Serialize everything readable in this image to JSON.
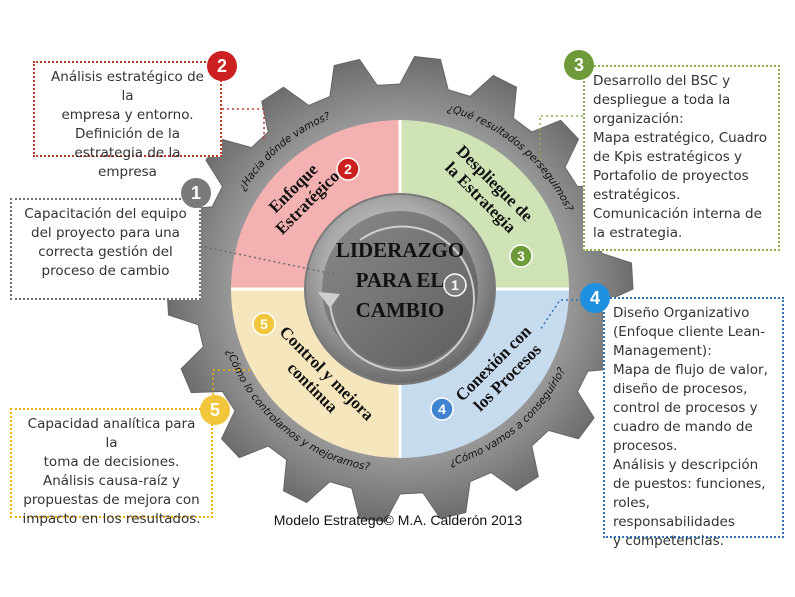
{
  "center": {
    "lines": [
      "LIDERAZGO",
      "PARA EL",
      "CAMBIO"
    ],
    "badge": "1"
  },
  "quadrants": [
    {
      "id": "enfoque",
      "lines": [
        "Enfoque",
        "Estratégico"
      ],
      "badge": "2",
      "question": "¿Hacia dónde vamos?",
      "color": "#f4b1b1",
      "badge_color": "#cc1f1f"
    },
    {
      "id": "despliegue",
      "lines": [
        "Despliegue de",
        "la Estrategia"
      ],
      "badge": "3",
      "question": "¿Qué resultados perseguimos?",
      "color": "#cfe3b6",
      "badge_color": "#6e9a3a"
    },
    {
      "id": "conexion",
      "lines": [
        "Conexión con",
        "los Procesos"
      ],
      "badge": "4",
      "question": "¿Cómo vamos a conseguirlo?",
      "color": "#c7dbee",
      "badge_color": "#3f83d0"
    },
    {
      "id": "control",
      "lines": [
        "Control y mejora",
        "continua"
      ],
      "badge": "5",
      "question": "¿Cómo lo controlamos y mejoramos?",
      "color": "#f6e6bd",
      "badge_color": "#f2c63a"
    }
  ],
  "boxes": [
    {
      "id": "box1",
      "badge": "1",
      "badge_color": "#7a7a7a",
      "border": "#6e6e6e",
      "lines": [
        "Capacitación del equipo",
        "del proyecto para una",
        "correcta gestión del",
        "proceso de cambio"
      ]
    },
    {
      "id": "box2",
      "badge": "2",
      "badge_color": "#cc1f1f",
      "border": "#c0392b",
      "lines": [
        "Análisis estratégico de la",
        "empresa y entorno.",
        "Definición de la",
        "estrategia de la empresa"
      ]
    },
    {
      "id": "box3",
      "badge": "3",
      "badge_color": "#6e9a3a",
      "border": "#8cb04a",
      "lines": [
        "Desarrollo del BSC y",
        "despliegue a toda la",
        "organización:",
        "Mapa estratégico, Cuadro",
        "de Kpis estratégicos y",
        "Portafolio de proyectos",
        "estratégicos.",
        "Comunicación interna de",
        "la estrategia."
      ]
    },
    {
      "id": "box4",
      "badge": "4",
      "badge_color": "#1f8fe0",
      "border": "#2e74b5",
      "lines": [
        "Diseño Organizativo",
        "(Enfoque cliente Lean-",
        "Management):",
        "Mapa de flujo de valor,",
        "diseño de procesos,",
        "control de procesos y",
        "cuadro de mando de",
        "procesos.",
        "Análisis y descripción",
        "de puestos: funciones,",
        "roles, responsabilidades",
        "y competencias."
      ]
    },
    {
      "id": "box5",
      "badge": "5",
      "badge_color": "#f2c63a",
      "border": "#f0b400",
      "lines": [
        "Capacidad analítica para la",
        "toma de decisiones.",
        "Análisis causa-raíz y",
        "propuestas de mejora con",
        "impacto en los resultados."
      ]
    }
  ],
  "credit": "Modelo Estratego© M.A. Calderón 2013",
  "colors": {
    "gear": "#8e8e8e",
    "gear_edge": "#6f6f6f",
    "hub": "#9a9a9a",
    "hub_dark": "#5d5d5d"
  }
}
